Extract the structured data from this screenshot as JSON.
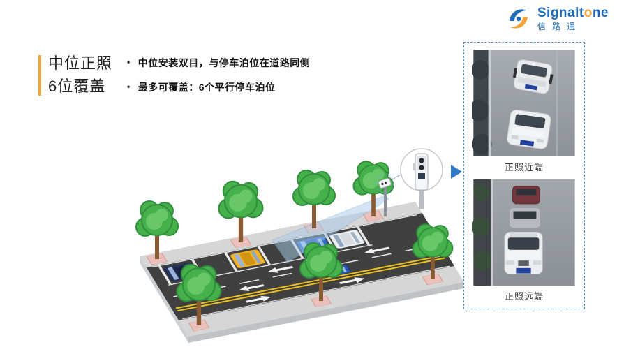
{
  "slide": {
    "title_lines": [
      "中位正照",
      "6位覆盖"
    ],
    "marker": "•",
    "bullets": [
      "中位安装双目，与停车泊位在道路同侧",
      "最多可覆盖：6个平行停车泊位"
    ]
  },
  "logo": {
    "brand_prefix": "Signalt",
    "brand_o": "o",
    "brand_suffix": "ne",
    "subtitle": "信路通"
  },
  "panel": {
    "near_caption": "正照近端",
    "far_caption": "正照远端"
  },
  "colors": {
    "accent_orange": "#F2A33A",
    "brand_blue": "#1E6BB8",
    "panel_border": "#4F93D8",
    "road": "#404040",
    "sidewalk": "#D6D6D6",
    "tree_green": "#46B14B",
    "cone_blue": "#A9CDEA",
    "marking_yellow": "#F3C41C"
  }
}
